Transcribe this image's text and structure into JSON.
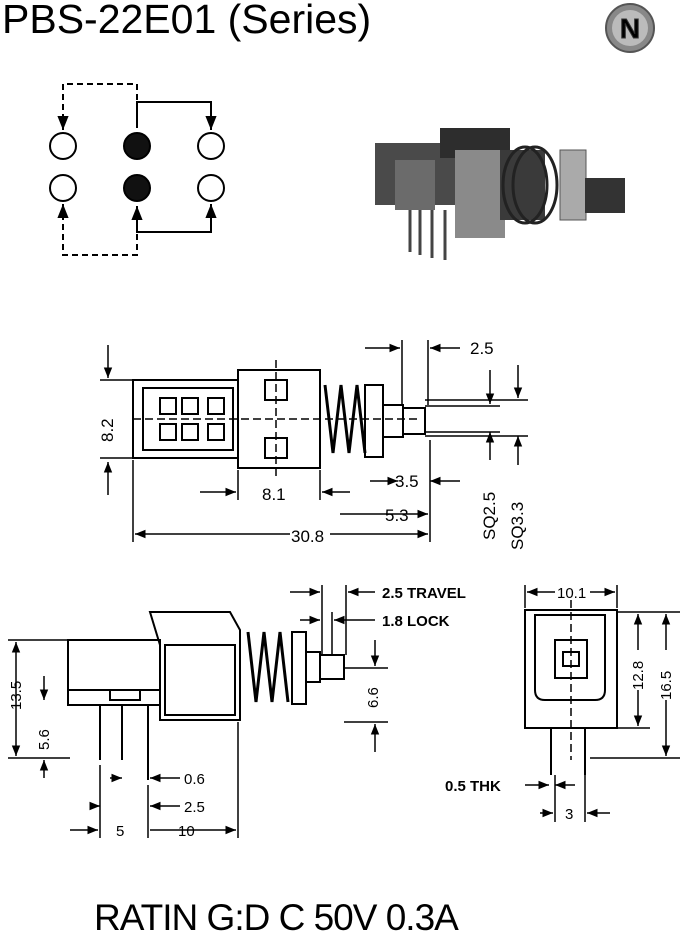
{
  "title": "PBS-22E01 (Series)",
  "logo_letter": "N",
  "rating": "RATIN G:D C 50V 0.3A",
  "side_view": {
    "dim_height": "8.2",
    "dim_body": "8.1",
    "dim_total": "30.8",
    "dim_stroke": "2.5",
    "dim_35": "3.5",
    "dim_53": "5.3",
    "dim_sq25": "SQ2.5",
    "dim_sq33": "SQ3.3"
  },
  "front_view": {
    "travel": "2.5 TRAVEL",
    "lock": "1.8 LOCK",
    "h135": "13.5",
    "h56": "5.6",
    "h66": "6.6",
    "d06": "0.6",
    "d25": "2.5",
    "d5": "5",
    "d10": "10"
  },
  "end_view": {
    "w101": "10.1",
    "h128": "12.8",
    "h165": "16.5",
    "thk": "0.5 THK",
    "w3": "3"
  }
}
